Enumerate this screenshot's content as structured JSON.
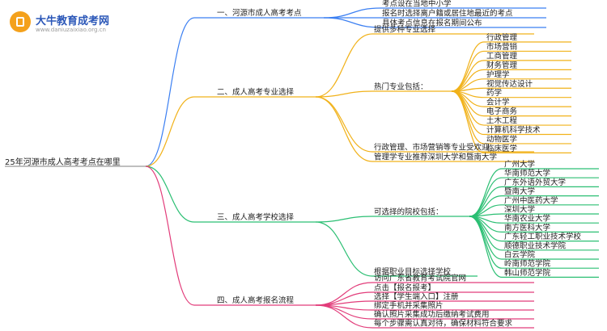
{
  "brand": {
    "name": "大牛教育成考网",
    "url": "www.daniuzaixiao.org.cn"
  },
  "colors": {
    "branch1": "#3b7ff2",
    "branch2": "#f1b21a",
    "branch3": "#2bbf73",
    "branch4": "#e23c7a",
    "root_line": "#999999"
  },
  "root": "25年河源市成人高考考点在哪里",
  "branches": [
    {
      "label": "一、河源市成人高考考点",
      "items": [
        {
          "label": "考点设在当地中小学"
        },
        {
          "label": "报名时选择离户籍或居住地最近的考点"
        },
        {
          "label": "具体考点信息在报名期间公布"
        }
      ]
    },
    {
      "label": "二、成人高考专业选择",
      "items": [
        {
          "label": "提供多种专业选择"
        },
        {
          "label": "热门专业包括：",
          "children": [
            "行政管理",
            "市场营销",
            "工商管理",
            "财务管理",
            "护理学",
            "视觉传达设计",
            "药学",
            "会计学",
            "电子商务",
            "土木工程",
            "计算机科学技术",
            "动物医学",
            "临床医学"
          ]
        },
        {
          "label": "行政管理、市场营销等专业受欢迎"
        },
        {
          "label": "管理学专业推荐深圳大学和暨南大学"
        }
      ]
    },
    {
      "label": "三、成人高考学校选择",
      "items": [
        {
          "label": "可选择的院校包括：",
          "children": [
            "广州大学",
            "华南师范大学",
            "广东外语外贸大学",
            "暨南大学",
            "广州中医药大学",
            "深圳大学",
            "华南农业大学",
            "南方医科大学",
            "广东轻工职业技术学校",
            "顺德职业技术学院",
            "白云学院",
            "岭南师范学院",
            "韩山师范学院"
          ]
        },
        {
          "label": "根据职业目标选择学校"
        }
      ]
    },
    {
      "label": "四、成人高考报名流程",
      "items": [
        {
          "label": "访问广东省教育考试院官网"
        },
        {
          "label": "点击【报名报考】"
        },
        {
          "label": "选择【学生端入口】注册"
        },
        {
          "label": "绑定手机并采集照片"
        },
        {
          "label": "确认照片采集成功后缴纳考试费用"
        },
        {
          "label": "每个步骤需认真对待，确保材料符合要求"
        }
      ]
    }
  ]
}
